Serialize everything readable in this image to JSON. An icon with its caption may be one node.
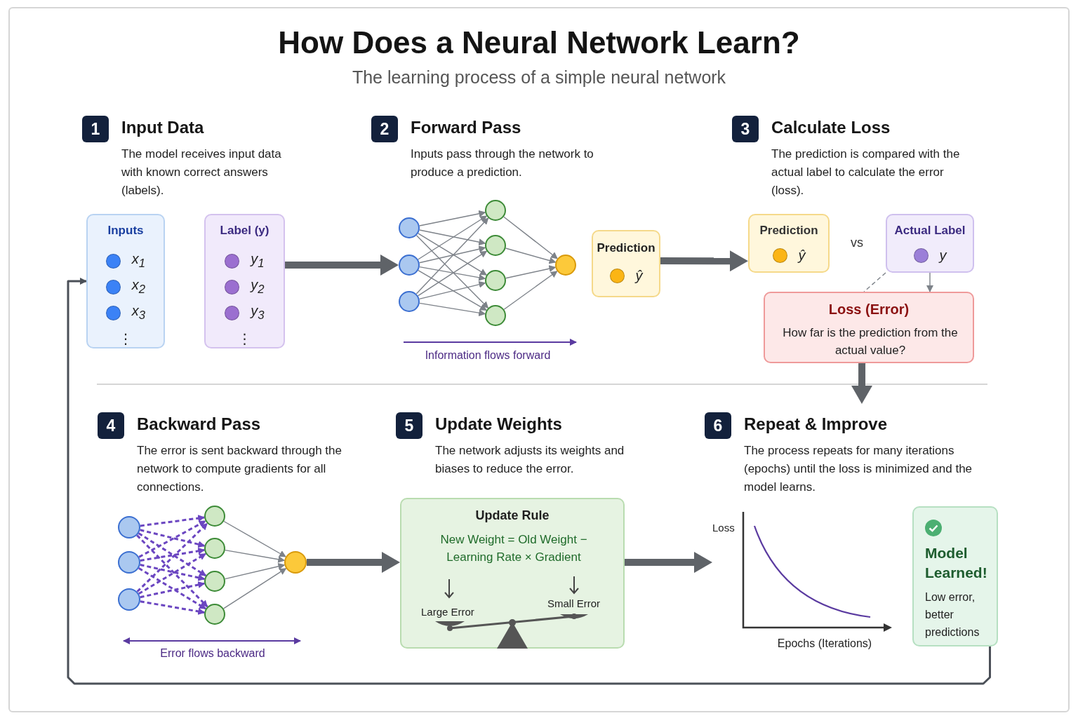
{
  "diagram": {
    "title": "How Does a Neural Network Learn?",
    "nodes": [
      {
        "text": [
          "1"
        ],
        "beside": [
          "Input Data",
          "The model receives input data with known correct answers (labels)."
        ]
      },
      {
        "text": [
          "Inputs",
          "x$_{1}$",
          "x$_{2}$",
          "x$_{3}$",
          "⋮"
        ]
      },
      {
        "text": [
          "Label (y)",
          "y$_{1}$",
          "y$_{2}$",
          "y$_{3}$",
          "⋮"
        ]
      },
      {
        "text": [
          "2"
        ],
        "beside": [
          "Forward Pass",
          "Inputs pass through the network to produce a prediction."
        ]
      },
      {
        "text": [],
        "shape": "circle"
      },
      {
        "text": [],
        "shape": "circle"
      },
      {
        "text": [],
        "shape": "circle"
      },
      {
        "text": [],
        "shape": "circle"
      },
      {
        "text": [],
        "shape": "circle"
      },
      {
        "text": [],
        "shape": "circle"
      },
      {
        "text": [],
        "shape": "circle"
      },
      {
        "text": [],
        "shape": "circle"
      },
      {
        "text": [
          "Prediction",
          "ŷ"
        ]
      },
      {
        "text": [
          "3"
        ],
        "beside": [
          "Calculate Loss",
          "The prediction is compared with the actual label to calculate the error (loss)."
        ]
      },
      {
        "text": [
          "Prediction",
          "ŷ"
        ]
      },
      {
        "text": [
          "Actual Label",
          "y"
        ]
      },
      {
        "text": [
          "Loss (Error)",
          "How far is the prediction from the actual value?"
        ]
      },
      {
        "text": [
          "4"
        ],
        "beside": [
          "Backward Pass",
          "The error is sent backward through the network to compute gradients for all connections."
        ]
      },
      {
        "text": [],
        "shape": "circle"
      },
      {
        "text": [],
        "shape": "circle"
      },
      {
        "text": [],
        "shape": "circle"
      },
      {
        "text": [],
        "shape": "circle"
      },
      {
        "text": [],
        "shape": "circle"
      },
      {
        "text": [],
        "shape": "circle"
      },
      {
        "text": [],
        "shape": "circle"
      },
      {
        "text": [],
        "shape": "circle"
      },
      {
        "text": [
          "5"
        ],
        "beside": [
          "Update Weights",
          "The network adjusts its weights and biases to reduce the error."
        ]
      },
      {
        "text": [
          "Update Rule",
          "New Weight = Old Weight − Learning Rate × Gradient",
          "Large Error",
          "Small Error"
        ]
      },
      {
        "text": [
          "6"
        ],
        "beside": [
          "Repeat & Improve",
          "The process repeats for many iterations (epochs) until the loss is minimized and the model learns."
        ]
      },
      {
        "text": [
          "Loss",
          "Epochs (Iterations)"
        ]
      },
      {
        "text": [
          "Model Learned!",
          "Low error, better predictions"
        ]
      }
    ],
    "edges": [
      {
        "from": 4,
        "to": 7,
        "arrow": "to"
      },
      {
        "from": 4,
        "to": 8,
        "arrow": "to"
      },
      {
        "from": 4,
        "to": 9,
        "arrow": "to"
      },
      {
        "from": 4,
        "to": 10,
        "arrow": "to"
      },
      {
        "from": 5,
        "to": 7,
        "arrow": "to"
      },
      {
        "from": 5,
        "to": 8,
        "arrow": "to"
      },
      {
        "from": 5,
        "to": 9,
        "arrow": "to"
      },
      {
        "from": 5,
        "to": 10,
        "arrow": "to"
      },
      {
        "from": 6,
        "to": 7,
        "arrow": "to"
      },
      {
        "from": 6,
        "to": 8,
        "arrow": "to"
      },
      {
        "from": 6,
        "to": 9,
        "arrow": "to"
      },
      {
        "from": 6,
        "to": 10,
        "arrow": "to"
      },
      {
        "from": 7,
        "to": 11,
        "arrow": "to"
      },
      {
        "from": 8,
        "to": 11,
        "arrow": "to"
      },
      {
        "from": 9,
        "to": 11,
        "arrow": "to"
      },
      {
        "from": 10,
        "to": 11,
        "arrow": "to"
      },
      {
        "from": 2,
        "to": 5,
        "arrow": "to",
        "style": "thick"
      },
      {
        "from": 12,
        "to": 14,
        "arrow": "to",
        "style": "thick"
      },
      {
        "from": 15,
        "to": 16,
        "arrow": "none",
        "style": "dashed"
      },
      {
        "from": 15,
        "to": 16,
        "arrow": "to"
      },
      {
        "from": 16,
        "to": 28,
        "arrow": "to",
        "style": "thick"
      },
      {
        "from": 18,
        "to": 21,
        "arrow": "to",
        "style": "dashed",
        "color": "#6b46c1"
      },
      {
        "from": 18,
        "to": 22,
        "arrow": "to",
        "style": "dashed",
        "color": "#6b46c1"
      },
      {
        "from": 18,
        "to": 23,
        "arrow": "to",
        "style": "dashed",
        "color": "#6b46c1"
      },
      {
        "from": 18,
        "to": 24,
        "arrow": "to",
        "style": "dashed",
        "color": "#6b46c1"
      },
      {
        "from": 19,
        "to": 21,
        "arrow": "to",
        "style": "dashed",
        "color": "#6b46c1"
      },
      {
        "from": 19,
        "to": 22,
        "arrow": "to",
        "style": "dashed",
        "color": "#6b46c1"
      },
      {
        "from": 19,
        "to": 23,
        "arrow": "to",
        "style": "dashed",
        "color": "#6b46c1"
      },
      {
        "from": 19,
        "to": 24,
        "arrow": "to",
        "style": "dashed",
        "color": "#6b46c1"
      },
      {
        "from": 20,
        "to": 21,
        "arrow": "to",
        "style": "dashed",
        "color": "#6b46c1"
      },
      {
        "from": 20,
        "to": 22,
        "arrow": "to",
        "style": "dashed",
        "color": "#6b46c1"
      },
      {
        "from": 20,
        "to": 23,
        "arrow": "to",
        "style": "dashed",
        "color": "#6b46c1"
      },
      {
        "from": 20,
        "to": 24,
        "arrow": "to",
        "style": "dashed",
        "color": "#6b46c1"
      },
      {
        "from": 21,
        "to": 25,
        "arrow": "to"
      },
      {
        "from": 22,
        "to": 25,
        "arrow": "to"
      },
      {
        "from": 23,
        "to": 25,
        "arrow": "to"
      },
      {
        "from": 24,
        "to": 25,
        "arrow": "to"
      },
      {
        "from": 25,
        "to": 27,
        "arrow": "to",
        "style": "thick"
      },
      {
        "from": 27,
        "to": 29,
        "arrow": "to",
        "style": "thick"
      },
      {
        "from": 30,
        "to": 1,
        "arrow": "to",
        "color": "#4b5058"
      }
    ],
    "labels": [
      "The learning process of a simple neural network",
      "vs",
      "Information flows forward",
      "Error flows backward"
    ]
  }
}
